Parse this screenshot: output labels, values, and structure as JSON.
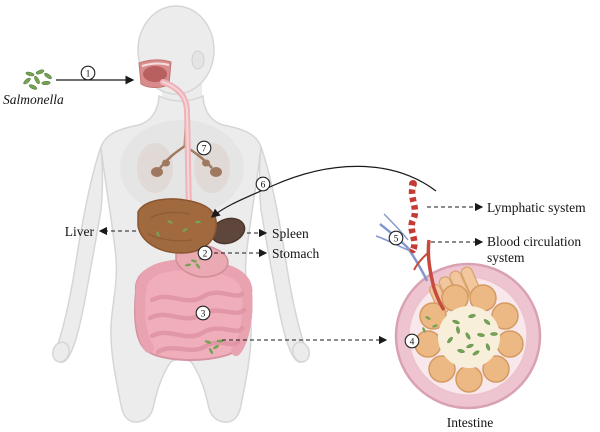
{
  "figure": {
    "labels": {
      "salmonella": "Salmonella",
      "liver": "Liver",
      "spleen": "Spleen",
      "stomach": "Stomach",
      "lymphatic_system": "Lymphatic system",
      "blood_circulation_line1": "Blood circulation",
      "blood_circulation_line2": "system",
      "intestine": "Intestine"
    },
    "steps": {
      "s1": "1",
      "s2": "2",
      "s3": "3",
      "s4": "4",
      "s5": "5",
      "s6": "6",
      "s7": "7"
    },
    "colors": {
      "body": "#ececec",
      "body_outline": "#d6d6d6",
      "intestine_pink": "#f0aebb",
      "liver_brown": "#a06a3e",
      "spleen_dark": "#5f463c",
      "stomach_pink": "#e9aab3",
      "salmonella_green": "#75a355",
      "lymph_red": "#c43b35",
      "vein_blue": "#8496cc",
      "arrow_black": "#1a1a1a",
      "cross_section_outer": "#eec4d0",
      "cross_section_inner": "#f8e7eb",
      "villi_tan": "#ecb984",
      "lumen_cream": "#f8efda"
    }
  }
}
